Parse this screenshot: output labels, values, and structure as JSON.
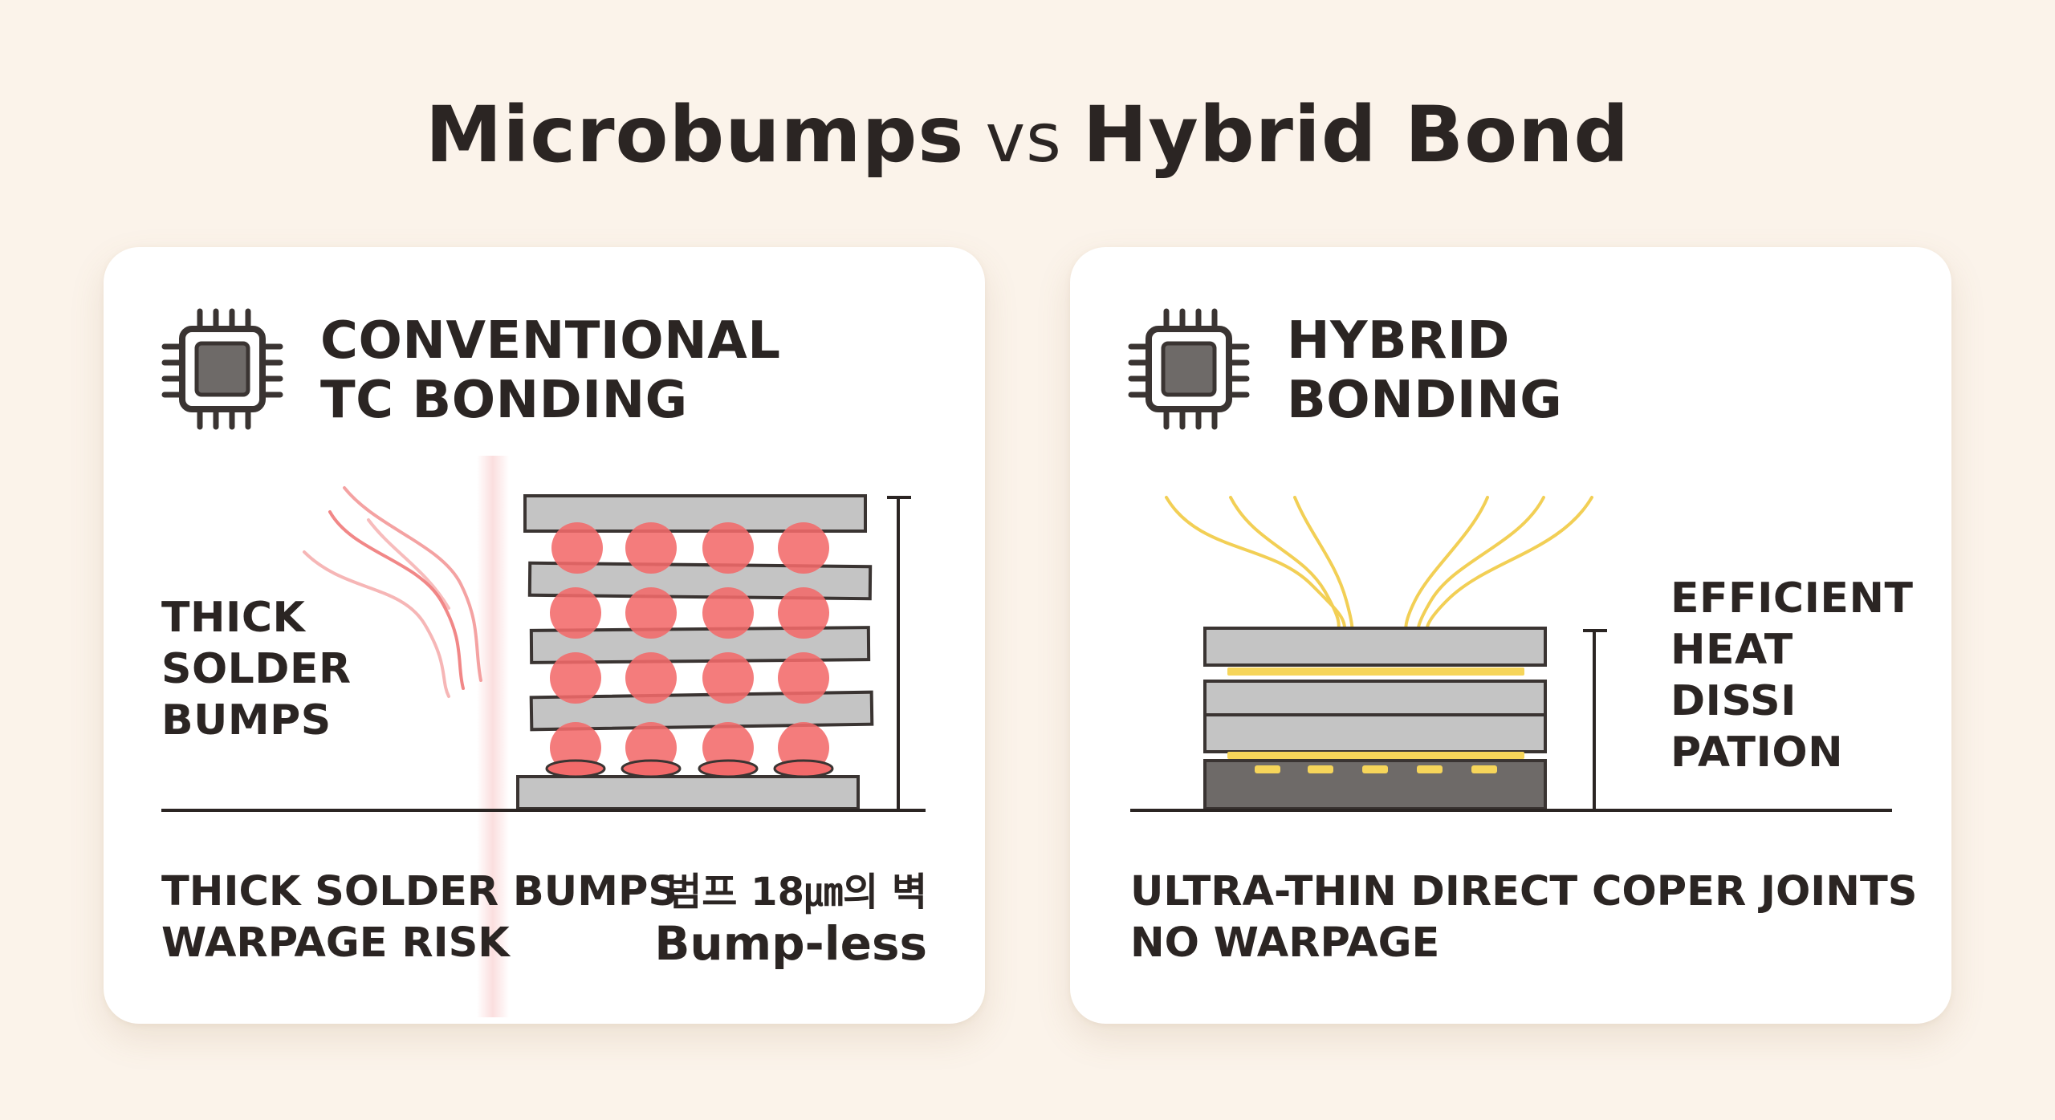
{
  "title": {
    "left": "Microbumps",
    "vs": "vs",
    "right": "Hybrid Bond"
  },
  "left_card": {
    "heading": [
      "CONVENTIONAL",
      "TC BONDING"
    ],
    "icon": "chip-icon",
    "side_label": [
      "THICK",
      "SOLDER",
      "BUMPS"
    ],
    "caption": [
      "THICK SOLDER BUMPS",
      "WARPAGE RISK"
    ],
    "caption_right": [
      "범프 18㎛의 벽",
      "Bump-less"
    ],
    "colors": {
      "bump": "#f26a6a",
      "heat": "#ef7a7a",
      "die": "#c4c4c4",
      "outline": "#3a3432"
    }
  },
  "right_card": {
    "heading": [
      "HYBRID",
      "BONDING"
    ],
    "icon": "chip-icon",
    "side_label": [
      "EFFICIENT",
      "HEAT",
      "DISSI",
      "PATION"
    ],
    "caption": [
      "ULTRA-THIN DIRECT COPER JOINTS",
      "NO WARPAGE"
    ],
    "colors": {
      "bond": "#f6d55a",
      "heat": "#f2cf55",
      "die": "#c4c4c4",
      "base": "#6e6a68",
      "outline": "#3a3432"
    }
  }
}
